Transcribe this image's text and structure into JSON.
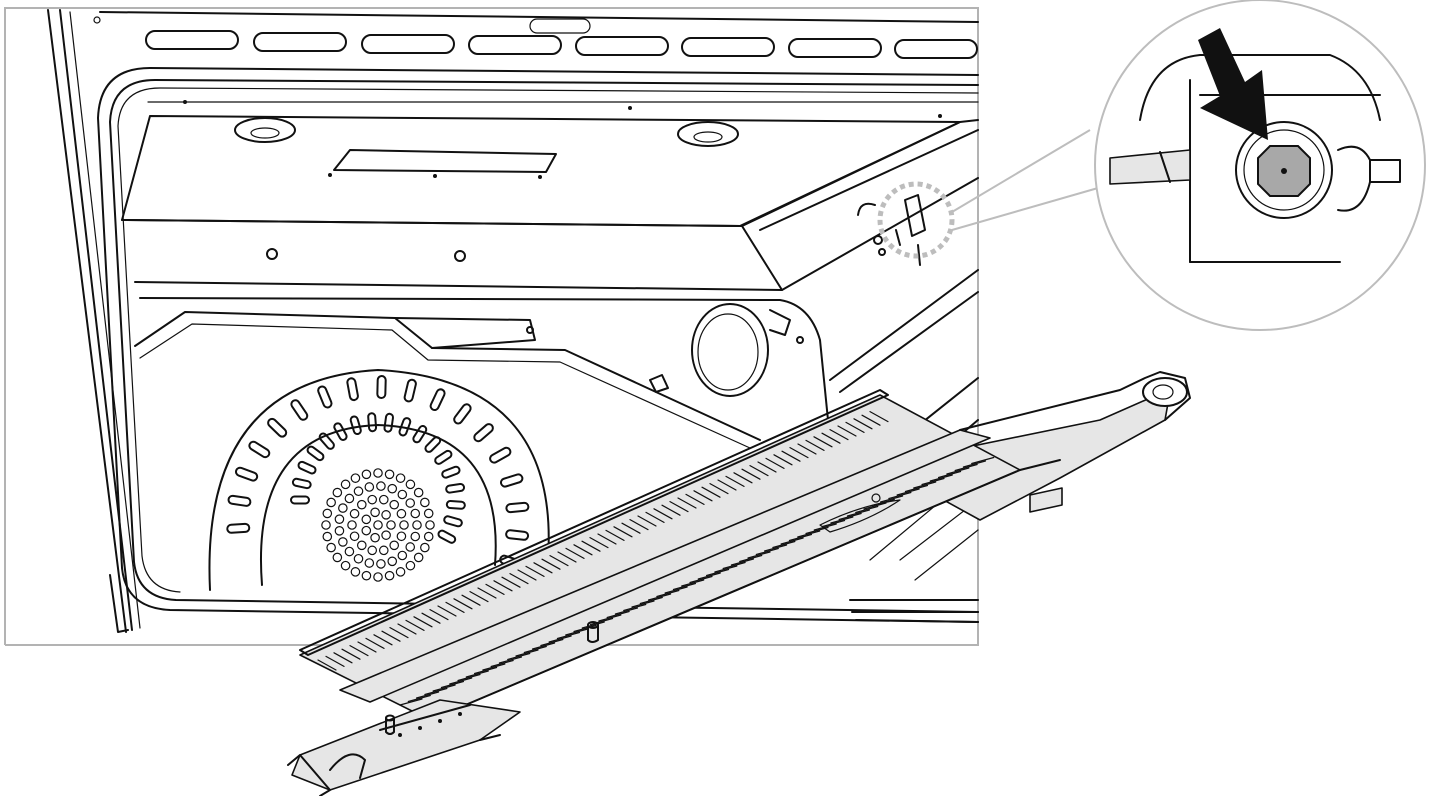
{
  "figure": {
    "frame_color": "#b3b3b3",
    "line_color": "#111111",
    "highlight_color": "#bdbdbd",
    "icons": [
      "oven-cavity",
      "convection-fan-cover",
      "oven-light",
      "telescopic-rack-slide",
      "callout-magnifier",
      "press-arrow-icon",
      "mounting-stud"
    ]
  }
}
